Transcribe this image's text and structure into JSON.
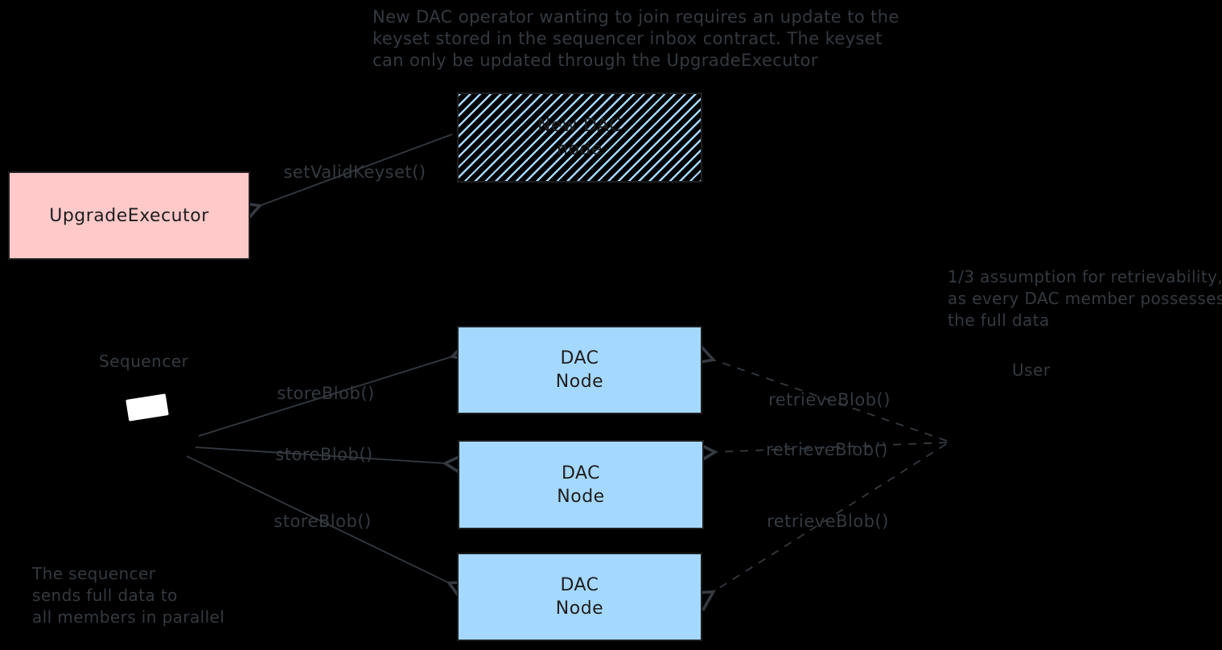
{
  "colors": {
    "bg": "#000000",
    "pink": "#ffc9c9",
    "blue": "#a5d8ff",
    "dark": "#1e1e1e",
    "ink": "#343a40"
  },
  "notes": {
    "top": {
      "lines": [
        "New DAC operator wanting to join requires an update to the",
        "keyset stored in the sequencer inbox contract. The keyset",
        "can only be updated through the UpgradeExecutor"
      ]
    },
    "right": {
      "lines": [
        "1/3 assumption for retrievability,",
        "as every DAC member possesses",
        "the full data"
      ]
    },
    "bottom_left": {
      "lines": [
        "The sequencer",
        "sends full data to",
        "all members in parallel"
      ]
    }
  },
  "nodes": {
    "upgrade_executor": {
      "label": "UpgradeExecutor"
    },
    "new_dac_node": {
      "line1": "New DAC",
      "line2": "node"
    },
    "dac_nodes": [
      {
        "line1": "DAC",
        "line2": "Node"
      },
      {
        "line1": "DAC",
        "line2": "Node"
      },
      {
        "line1": "DAC",
        "line2": "Node"
      }
    ],
    "sequencer": {
      "label": "Sequencer"
    },
    "user": {
      "label": "User"
    }
  },
  "edges": {
    "set_valid_keyset": {
      "label": "setValidKeyset()"
    },
    "store_blob": [
      "storeBlob()",
      "storeBlob()",
      "storeBlob()"
    ],
    "retrieve_blob": [
      "retrieveBlob()",
      "retrieveBlob()",
      "retrieveBlob()"
    ]
  }
}
